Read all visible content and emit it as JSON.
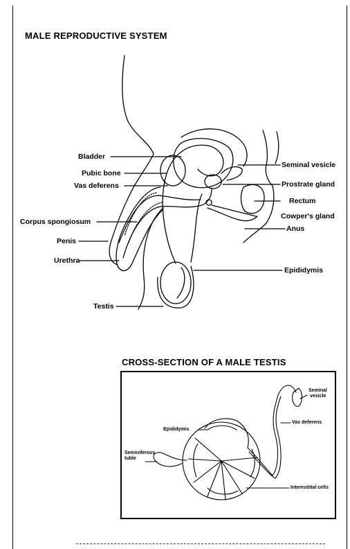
{
  "titles": {
    "main": "MALE REPRODUCTIVE SYSTEM",
    "cross_section": "CROSS-SECTION OF A MALE TESTIS"
  },
  "labels_left": {
    "bladder": "Bladder",
    "pubic_bone": "Pubic bone",
    "vas_deferens": "Vas deferens",
    "corpus_spongiosum": "Corpus spongiosum",
    "penis": "Penis",
    "urethra": "Urethra",
    "testis": "Testis"
  },
  "labels_right": {
    "seminal_vesicle": "Seminal vesicle",
    "prostrate_gland": "Prostrate gland",
    "rectum": "Rectum",
    "cowpers_gland": "Cowper's gland",
    "anus": "Anus",
    "epididymis": "Epididymis"
  },
  "inset_labels": {
    "seminal_vesicle_line1": "Seminal",
    "seminal_vesicle_line2": "vesicle",
    "vas_deferens": "Vas deferens",
    "epididymis": "Epididymis",
    "seminiferous_line1": "Seminiferous",
    "seminiferous_line2": "tuble",
    "interestitial_cells": "Interestitial cells"
  }
}
